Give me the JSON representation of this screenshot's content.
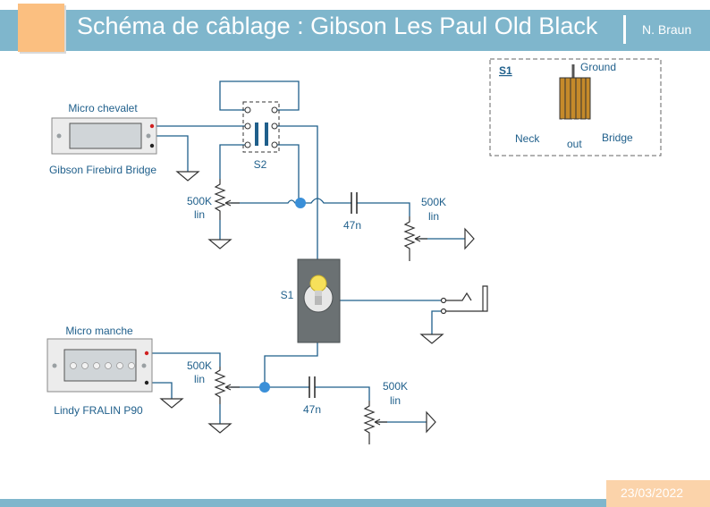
{
  "header": {
    "title": "Schéma de câblage : Gibson Les Paul Old Black",
    "author": "N. Braun"
  },
  "footer": {
    "date": "23/03/2022"
  },
  "bridge_pickup": {
    "label": "Micro chevalet",
    "model": "Gibson Firebird Bridge"
  },
  "neck_pickup": {
    "label": "Micro manche",
    "model": "Lindy FRALIN P90"
  },
  "switch_s2": {
    "label": "S2"
  },
  "switch_s1": {
    "label": "S1"
  },
  "bridge_volume_pot": {
    "value": "500K",
    "taper": "lin"
  },
  "bridge_tone_pot": {
    "value": "500K",
    "taper": "lin"
  },
  "neck_volume_pot": {
    "value": "500K",
    "taper": "lin"
  },
  "neck_tone_pot": {
    "value": "500K",
    "taper": "lin"
  },
  "bridge_tone_cap": {
    "value": "47n"
  },
  "neck_tone_cap": {
    "value": "47n"
  },
  "s1_legend": {
    "title": "S1",
    "ground": "Ground",
    "neck": "Neck",
    "out": "out",
    "bridge": "Bridge"
  },
  "colors": {
    "wire": "#1f5f8b",
    "junction": "#3a8fd8",
    "header": "#7fb6cc",
    "accent": "#fbbf80",
    "toggle_body": "#6b7173",
    "bulb": "#f6e05a",
    "switch_contacts": "#c58a2a"
  }
}
